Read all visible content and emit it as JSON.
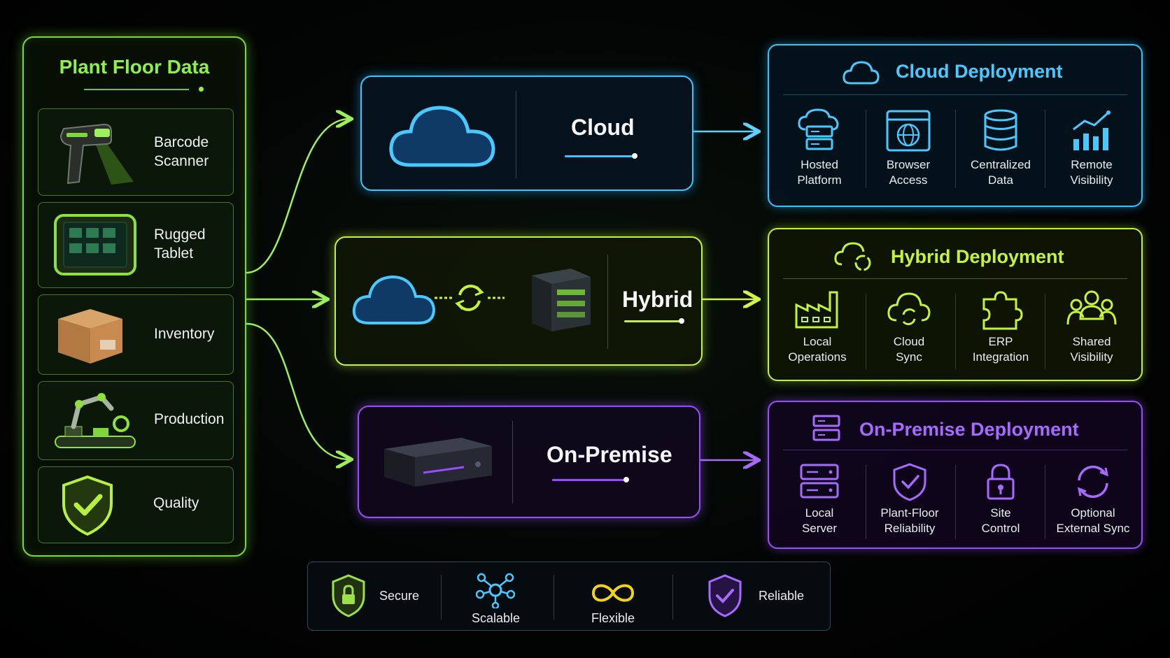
{
  "plant_floor": {
    "title": "Plant Floor Data",
    "sources": [
      {
        "label": "Barcode Scanner",
        "line1": "Barcode",
        "line2": "Scanner",
        "icon": "barcode-scanner-icon"
      },
      {
        "label": "Rugged Tablet",
        "line1": "Rugged",
        "line2": "Tablet",
        "icon": "rugged-tablet-icon"
      },
      {
        "label": "Inventory",
        "icon": "box-icon"
      },
      {
        "label": "Production",
        "icon": "robot-arm-icon"
      },
      {
        "label": "Quality",
        "icon": "shield-check-icon"
      }
    ]
  },
  "modes": {
    "cloud": "Cloud",
    "hybrid": "Hybrid",
    "onprem": "On-Premise"
  },
  "deployments": {
    "cloud": {
      "title": "Cloud Deployment",
      "features": [
        {
          "line1": "Hosted",
          "line2": "Platform",
          "icon": "cloud-server-icon"
        },
        {
          "line1": "Browser",
          "line2": "Access",
          "icon": "browser-globe-icon"
        },
        {
          "line1": "Centralized",
          "line2": "Data",
          "icon": "database-icon"
        },
        {
          "line1": "Remote",
          "line2": "Visibility",
          "icon": "bar-chart-icon"
        }
      ]
    },
    "hybrid": {
      "title": "Hybrid Deployment",
      "features": [
        {
          "line1": "Local",
          "line2": "Operations",
          "icon": "factory-icon"
        },
        {
          "line1": "Cloud",
          "line2": "Sync",
          "icon": "cloud-sync-icon"
        },
        {
          "line1": "ERP",
          "line2": "Integration",
          "icon": "puzzle-icon"
        },
        {
          "line1": "Shared",
          "line2": "Visibility",
          "icon": "users-icon"
        }
      ]
    },
    "onprem": {
      "title": "On-Premise Deployment",
      "features": [
        {
          "line1": "Local",
          "line2": "Server",
          "icon": "server-icon"
        },
        {
          "line1": "Plant-Floor",
          "line2": "Reliability",
          "icon": "shield-check-icon"
        },
        {
          "line1": "Site",
          "line2": "Control",
          "icon": "lock-icon"
        },
        {
          "line1": "Optional",
          "line2": "External Sync",
          "icon": "sync-icon"
        }
      ]
    }
  },
  "benefits": [
    {
      "label": "Secure",
      "icon": "shield-lock-icon"
    },
    {
      "label": "Scalable",
      "icon": "network-icon"
    },
    {
      "label": "Flexible",
      "icon": "infinity-icon"
    },
    {
      "label": "Reliable",
      "icon": "shield-check-icon"
    }
  ],
  "colors": {
    "green": "#8ef04a",
    "cloud": "#3bc4ff",
    "hybrid": "#c7f23c",
    "onprem": "#9a4dff"
  }
}
